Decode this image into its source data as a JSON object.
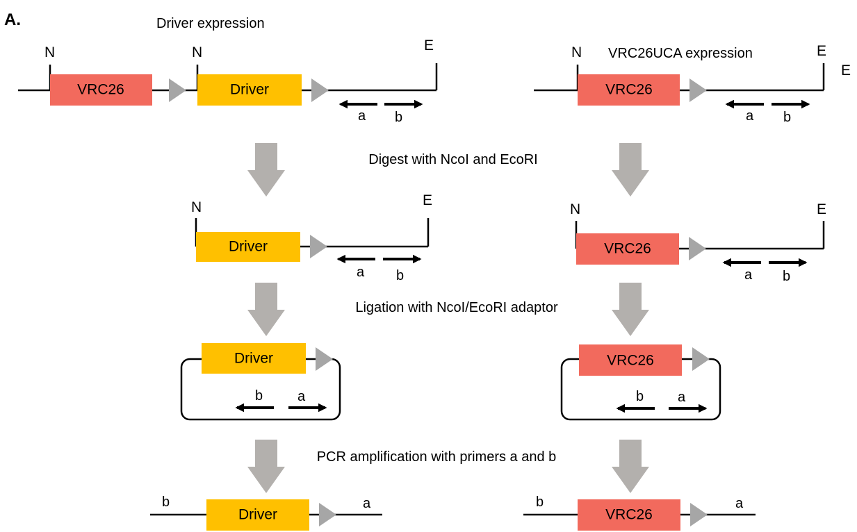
{
  "panel_label": "A.",
  "titles": {
    "driver": "Driver expression",
    "uca": "VRC26UCA expression"
  },
  "sites": {
    "ncoi": "N",
    "ecori": "E"
  },
  "genes": {
    "vrc26": "VRC26",
    "driver": "Driver"
  },
  "primers": {
    "a": "a",
    "b": "b"
  },
  "steps": {
    "digest": "Digest with NcoI and EcoRI",
    "ligation": "Ligation with NcoI/EcoRI adaptor",
    "pcr": "PCR amplification with primers a and b"
  },
  "colors": {
    "vrc26_box": "#f26a5d",
    "driver_box": "#ffc000",
    "promoter_triangle": "#a6a6a6",
    "flow_arrow": "#b3b0ad"
  }
}
